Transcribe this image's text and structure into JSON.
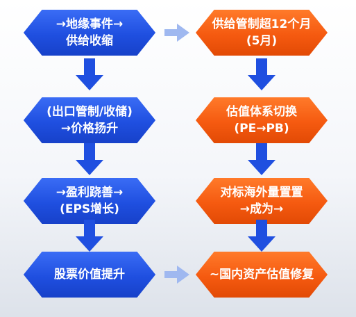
{
  "left_column": [
    {
      "line1": "→地缘事件→",
      "line2": "供给收缩"
    },
    {
      "line1": "(出口管制/收储)",
      "line2": "→价格扬升"
    },
    {
      "line1": "→盈利跷善→",
      "line2": "(EPS增长)"
    },
    {
      "line1": "股票价值提升",
      "line2": ""
    }
  ],
  "right_column": [
    {
      "line1": "供给管制超12个月",
      "line2": "(5月)"
    },
    {
      "line1": "估值体系切换",
      "line2": "(PE→PB)"
    },
    {
      "line1": "对标海外量置置",
      "line2": "→成为→"
    },
    {
      "line1": "~国内资产估值修复",
      "line2": ""
    }
  ],
  "colors": {
    "left_fill": "#1f4fe0",
    "right_fill": "#f55a10",
    "arrow_vertical": "#1f4fe0",
    "arrow_horizontal": "#9fb8f0",
    "text": "#ffffff"
  }
}
